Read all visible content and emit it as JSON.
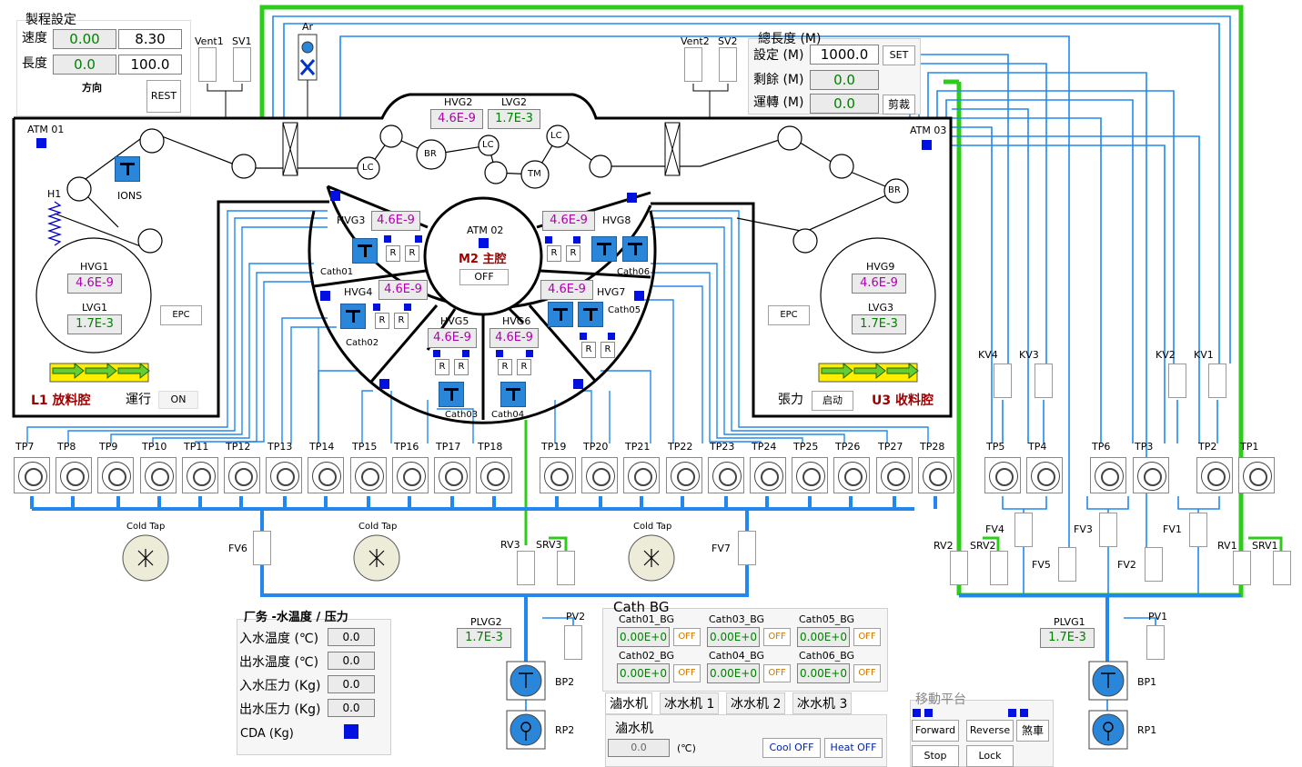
{
  "settings": {
    "title": "製程設定",
    "speed_label": "速度",
    "speed_actual": "0.00",
    "speed_set": "8.30",
    "length_label": "長度",
    "length_actual": "0.0",
    "length_set": "100.0",
    "direction_label": "方向",
    "rest_label": "REST"
  },
  "total_length": {
    "title": "總長度 (M)",
    "set_label": "設定 (M)",
    "set_value": "1000.0",
    "set_button": "SET",
    "remaining_label": "剩餘 (M)",
    "remaining_value": "0.0",
    "running_label": "運轉 (M)",
    "running_value": "0.0",
    "cut_button": "剪裁"
  },
  "top_gauges": {
    "hvg2_label": "HVG2",
    "lvg2_label": "LVG2",
    "hvg2": "4.6E-9",
    "lvg2": "1.7E-3"
  },
  "l1": {
    "atm_label": "ATM 01",
    "ions_label": "IONS",
    "h1_label": "H1",
    "hvg1_label": "HVG1",
    "hvg1": "4.6E-9",
    "lvg1_label": "LVG1",
    "lvg1": "1.7E-3",
    "epc": "EPC",
    "title": "L1 放料腔",
    "run_label": "運行",
    "run_state": "ON"
  },
  "u3": {
    "atm_label": "ATM 03",
    "hvg9_label": "HVG9",
    "hvg9": "4.6E-9",
    "lvg3_label": "LVG3",
    "lvg3": "1.7E-3",
    "epc": "EPC",
    "tension_label": "張力",
    "tension_state": "启动",
    "title": "U3 收料腔"
  },
  "rollers": {
    "lc1": "LC",
    "br1": "BR",
    "lc2": "LC",
    "tm": "TM",
    "lc3": "LC",
    "br2": "BR"
  },
  "m2": {
    "atm_label": "ATM 02",
    "title": "M2 主腔",
    "state": "OFF",
    "hvg3_label": "HVG3",
    "hvg3": "4.6E-9",
    "hvg4_label": "HVG4",
    "hvg4": "4.6E-9",
    "hvg5_label": "HVG5",
    "hvg5": "4.6E-9",
    "hvg6_label": "HVG6",
    "hvg6": "4.6E-9",
    "hvg7_label": "HVG7",
    "hvg7": "4.6E-9",
    "hvg8_label": "HVG8",
    "hvg8": "4.6E-9",
    "cath01": "Cath01",
    "cath02": "Cath02",
    "cath03": "Cath03",
    "cath04": "Cath04",
    "cath05": "Cath05",
    "cath06": "Cath06",
    "r": "R"
  },
  "turbo_pumps": {
    "left": [
      "TP7",
      "TP8",
      "TP9",
      "TP10",
      "TP11",
      "TP12",
      "TP13",
      "TP14",
      "TP15",
      "TP16",
      "TP17",
      "TP18"
    ],
    "middle": [
      "TP19",
      "TP20",
      "TP21",
      "TP22",
      "TP23",
      "TP24",
      "TP25",
      "TP26",
      "TP27",
      "TP28"
    ],
    "right": [
      "TP5",
      "TP4",
      "TP6",
      "TP3",
      "TP2",
      "TP1"
    ]
  },
  "valves": {
    "vent1": "Vent1",
    "sv1": "SV1",
    "ar": "Ar",
    "vent2": "Vent2",
    "sv2": "SV2",
    "kv4": "KV4",
    "kv3": "KV3",
    "kv2": "KV2",
    "kv1": "KV1",
    "fv6": "FV6",
    "fv7": "FV7",
    "rv3": "RV3",
    "srv3": "SRV3",
    "fv4": "FV4",
    "fv3": "FV3",
    "fv1": "FV1",
    "fv5": "FV5",
    "fv2": "FV2",
    "rv2": "RV2",
    "srv2": "SRV2",
    "rv1": "RV1",
    "srv1": "SRV1",
    "pv2": "PV2",
    "pv1": "PV1"
  },
  "cold_trap": "Cold Tap",
  "pumps": {
    "plvg2_label": "PLVG2",
    "plvg2": "1.7E-3",
    "plvg1_label": "PLVG1",
    "plvg1": "1.7E-3",
    "bp2": "BP2",
    "rp2": "RP2",
    "bp1": "BP1",
    "rp1": "RP1"
  },
  "facility": {
    "title": "厂务 -水温度 / 压力",
    "rows": [
      {
        "label": "入水温度 (℃)",
        "value": "0.0"
      },
      {
        "label": "出水温度 (℃)",
        "value": "0.0"
      },
      {
        "label": "入水压力 (Kg)",
        "value": "0.0"
      },
      {
        "label": "出水压力 (Kg)",
        "value": "0.0"
      }
    ],
    "cda_label": "CDA (Kg)"
  },
  "cath_bg": {
    "title": "Cath BG",
    "items": [
      {
        "label": "Cath01_BG",
        "value": "0.00E+0",
        "state": "OFF"
      },
      {
        "label": "Cath03_BG",
        "value": "0.00E+0",
        "state": "OFF"
      },
      {
        "label": "Cath05_BG",
        "value": "0.00E+0",
        "state": "OFF"
      },
      {
        "label": "Cath02_BG",
        "value": "0.00E+0",
        "state": "OFF"
      },
      {
        "label": "Cath04_BG",
        "value": "0.00E+0",
        "state": "OFF"
      },
      {
        "label": "Cath06_BG",
        "value": "0.00E+0",
        "state": "OFF"
      }
    ]
  },
  "tabs": [
    "滷水机",
    "冰水机 1",
    "冰水机 2",
    "冰水机 3"
  ],
  "chiller": {
    "title": "滷水机",
    "temp": "0.0",
    "unit": "(℃)",
    "cool": "Cool OFF",
    "heat": "Heat OFF"
  },
  "platform": {
    "title": "移動平台",
    "forward": "Forward",
    "reverse": "Reverse",
    "brake": "煞車",
    "stop": "Stop",
    "lock": "Lock"
  }
}
